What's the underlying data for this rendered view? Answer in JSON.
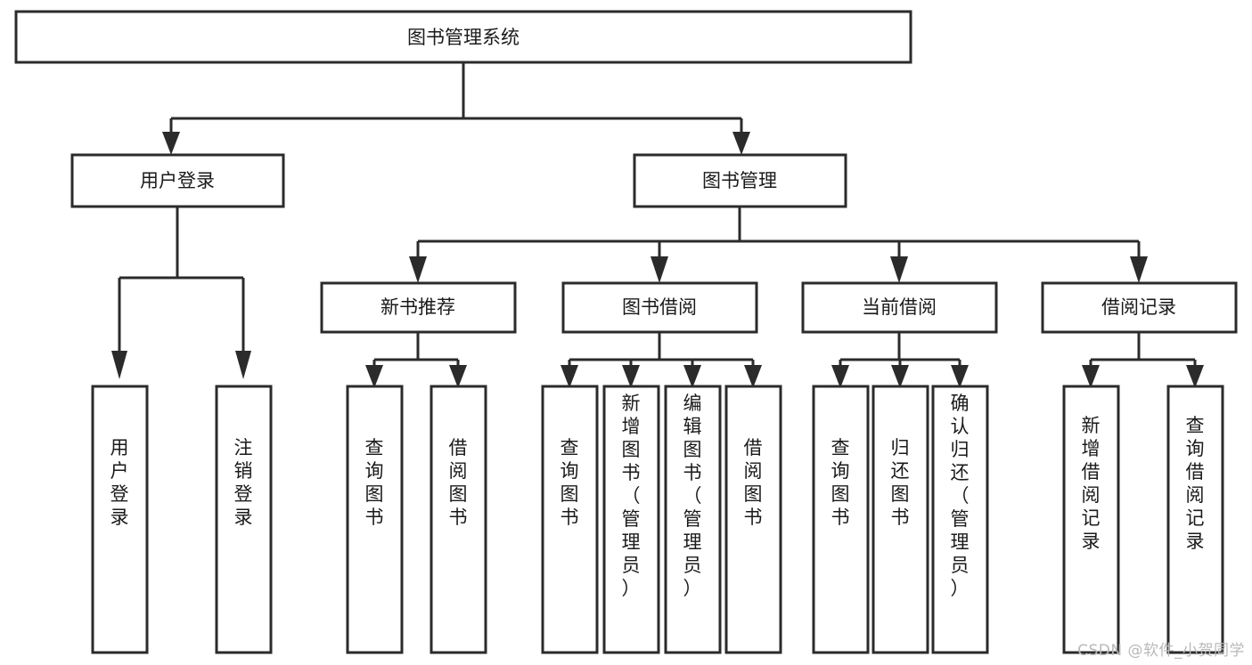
{
  "diagram": {
    "type": "tree",
    "title": "图书管理系统",
    "watermark": "CSDN @软件_小贺同学",
    "colors": {
      "stroke": "#2b2b2b",
      "fill": "#ffffff",
      "text": "#1a1a1a",
      "watermark": "#b9b9b9",
      "background": "#ffffff"
    },
    "nodes": {
      "root": {
        "label": "图书管理系统",
        "orientation": "horizontal",
        "level": 0
      },
      "user_login": {
        "label": "用户登录",
        "orientation": "horizontal",
        "level": 1
      },
      "book_manage": {
        "label": "图书管理",
        "orientation": "horizontal",
        "level": 1
      },
      "new_book_rec": {
        "label": "新书推荐",
        "orientation": "horizontal",
        "level": 2
      },
      "book_borrow": {
        "label": "图书借阅",
        "orientation": "horizontal",
        "level": 2
      },
      "current_borrow": {
        "label": "当前借阅",
        "orientation": "horizontal",
        "level": 2
      },
      "borrow_record": {
        "label": "借阅记录",
        "orientation": "horizontal",
        "level": 2
      },
      "leaf_user_login": {
        "label": "用户登录",
        "orientation": "vertical",
        "level": 2
      },
      "leaf_logout": {
        "label": "注销登录",
        "orientation": "vertical",
        "level": 2
      },
      "leaf_query_book_1": {
        "label": "查询图书",
        "orientation": "vertical",
        "level": 3
      },
      "leaf_borrow_book_1": {
        "label": "借阅图书",
        "orientation": "vertical",
        "level": 3
      },
      "leaf_query_book_2": {
        "label": "查询图书",
        "orientation": "vertical",
        "level": 3
      },
      "leaf_add_book": {
        "label": "新增图书（管理员）",
        "orientation": "vertical",
        "level": 3
      },
      "leaf_edit_book": {
        "label": "编辑图书（管理员）",
        "orientation": "vertical",
        "level": 3
      },
      "leaf_borrow_book_2": {
        "label": "借阅图书",
        "orientation": "vertical",
        "level": 3
      },
      "leaf_query_book_3": {
        "label": "查询图书",
        "orientation": "vertical",
        "level": 3
      },
      "leaf_return_book": {
        "label": "归还图书",
        "orientation": "vertical",
        "level": 3
      },
      "leaf_confirm_return": {
        "label": "确认归还（管理员）",
        "orientation": "vertical",
        "level": 3
      },
      "leaf_add_record": {
        "label": "新增借阅记录",
        "orientation": "vertical",
        "level": 3
      },
      "leaf_query_record": {
        "label": "查询借阅记录",
        "orientation": "vertical",
        "level": 3
      }
    },
    "edges": [
      {
        "from": "root",
        "to": "user_login"
      },
      {
        "from": "root",
        "to": "book_manage"
      },
      {
        "from": "user_login",
        "to": "leaf_user_login"
      },
      {
        "from": "user_login",
        "to": "leaf_logout"
      },
      {
        "from": "book_manage",
        "to": "new_book_rec"
      },
      {
        "from": "book_manage",
        "to": "book_borrow"
      },
      {
        "from": "book_manage",
        "to": "current_borrow"
      },
      {
        "from": "book_manage",
        "to": "borrow_record"
      },
      {
        "from": "new_book_rec",
        "to": "leaf_query_book_1"
      },
      {
        "from": "new_book_rec",
        "to": "leaf_borrow_book_1"
      },
      {
        "from": "book_borrow",
        "to": "leaf_query_book_2"
      },
      {
        "from": "book_borrow",
        "to": "leaf_add_book"
      },
      {
        "from": "book_borrow",
        "to": "leaf_edit_book"
      },
      {
        "from": "book_borrow",
        "to": "leaf_borrow_book_2"
      },
      {
        "from": "current_borrow",
        "to": "leaf_query_book_3"
      },
      {
        "from": "current_borrow",
        "to": "leaf_return_book"
      },
      {
        "from": "current_borrow",
        "to": "leaf_confirm_return"
      },
      {
        "from": "borrow_record",
        "to": "leaf_add_record"
      },
      {
        "from": "borrow_record",
        "to": "leaf_query_record"
      }
    ]
  }
}
